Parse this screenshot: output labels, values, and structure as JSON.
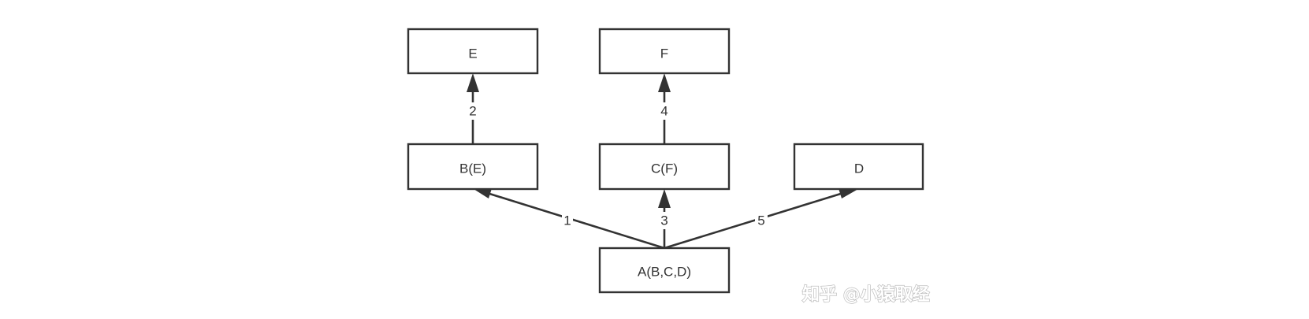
{
  "nodes": [
    {
      "id": "E",
      "label": "E"
    },
    {
      "id": "F",
      "label": "F"
    },
    {
      "id": "B",
      "label": "B(E)"
    },
    {
      "id": "C",
      "label": "C(F)"
    },
    {
      "id": "D",
      "label": "D"
    },
    {
      "id": "A",
      "label": "A(B,C,D)"
    }
  ],
  "edges": [
    {
      "from": "A",
      "to": "B",
      "label": "1"
    },
    {
      "from": "B",
      "to": "E",
      "label": "2"
    },
    {
      "from": "A",
      "to": "C",
      "label": "3"
    },
    {
      "from": "C",
      "to": "F",
      "label": "4"
    },
    {
      "from": "A",
      "to": "D",
      "label": "5"
    }
  ],
  "watermark": {
    "text": "知乎 @小猿取经"
  },
  "colors": {
    "stroke": "#333333",
    "text": "#333333",
    "background": "#ffffff",
    "watermark": "#bdbdbd"
  }
}
